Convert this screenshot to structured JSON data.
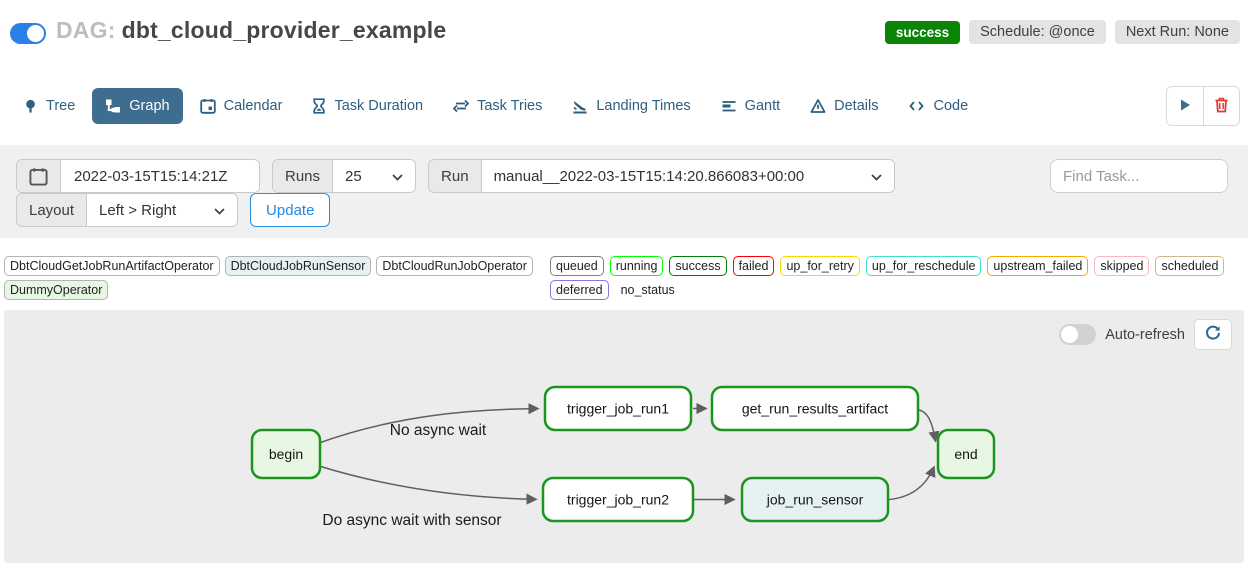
{
  "header": {
    "dag_prefix": "DAG:",
    "dag_id": "dbt_cloud_provider_example",
    "status_badge": "success",
    "schedule_badge": "Schedule: @once",
    "next_run_badge": "Next Run: None",
    "dag_enabled_toggle": "on",
    "colors": {
      "status_badge_bg": "#0a8506",
      "toggle_on": "#2b7fe8"
    }
  },
  "tabs": [
    {
      "label": "Tree",
      "icon": "tree-icon",
      "active": false
    },
    {
      "label": "Graph",
      "icon": "graph-icon",
      "active": true
    },
    {
      "label": "Calendar",
      "icon": "calendar-icon",
      "active": false
    },
    {
      "label": "Task Duration",
      "icon": "hourglass-icon",
      "active": false
    },
    {
      "label": "Task Tries",
      "icon": "repeat-icon",
      "active": false
    },
    {
      "label": "Landing Times",
      "icon": "landing-icon",
      "active": false
    },
    {
      "label": "Gantt",
      "icon": "gantt-icon",
      "active": false
    },
    {
      "label": "Details",
      "icon": "details-icon",
      "active": false
    },
    {
      "label": "Code",
      "icon": "code-icon",
      "active": false
    }
  ],
  "toolbar": {
    "icons": [
      "play-icon",
      "trash-icon"
    ],
    "active_tab_bg": "#3d6e90"
  },
  "filters": {
    "date_value": "2022-03-15T15:14:21Z",
    "runs_label": "Runs",
    "runs_value": "25",
    "run_label": "Run",
    "run_value": "manual__2022-03-15T15:14:20.866083+00:00",
    "find_task_placeholder": "Find Task...",
    "layout_label": "Layout",
    "layout_value": "Left > Right",
    "update_label": "Update"
  },
  "legend": {
    "operators": [
      {
        "label": "DbtCloudGetJobRunArtifactOperator",
        "fill": "#ffffff"
      },
      {
        "label": "DbtCloudJobRunSensor",
        "fill": "#e6f1f2"
      },
      {
        "label": "DbtCloudRunJobOperator",
        "fill": "#ffffff"
      },
      {
        "label": "DummyOperator",
        "fill": "#e8f7e4"
      }
    ],
    "states": [
      {
        "label": "queued",
        "color": "#808080"
      },
      {
        "label": "running",
        "color": "#00ff00"
      },
      {
        "label": "success",
        "color": "#008000"
      },
      {
        "label": "failed",
        "color": "#ff0000"
      },
      {
        "label": "up_for_retry",
        "color": "#ffd700"
      },
      {
        "label": "up_for_reschedule",
        "color": "#40e0d0"
      },
      {
        "label": "upstream_failed",
        "color": "#ffa500"
      },
      {
        "label": "skipped",
        "color": "#ffb6c1"
      },
      {
        "label": "scheduled",
        "color": "#d2b48c"
      },
      {
        "label": "deferred",
        "color": "#9370db"
      },
      {
        "label": "no_status",
        "color": "transparent"
      }
    ]
  },
  "graph": {
    "auto_refresh_label": "Auto-refresh",
    "auto_refresh_state": "off",
    "refresh_icon": "refresh-icon",
    "nodes": [
      {
        "id": "begin",
        "label": "begin",
        "fill": "#e8f7e4",
        "stroke": "#1a961e"
      },
      {
        "id": "trigger_job_run1",
        "label": "trigger_job_run1",
        "fill": "#ffffff",
        "stroke": "#1a961e"
      },
      {
        "id": "get_run_results_artifact",
        "label": "get_run_results_artifact",
        "fill": "#ffffff",
        "stroke": "#1a961e"
      },
      {
        "id": "trigger_job_run2",
        "label": "trigger_job_run2",
        "fill": "#ffffff",
        "stroke": "#1a961e"
      },
      {
        "id": "job_run_sensor",
        "label": "job_run_sensor",
        "fill": "#e6f1f2",
        "stroke": "#1a961e"
      },
      {
        "id": "end",
        "label": "end",
        "fill": "#e8f7e4",
        "stroke": "#1a961e"
      }
    ],
    "edge_labels": [
      {
        "label": "No async wait"
      },
      {
        "label": "Do async wait with sensor"
      }
    ]
  }
}
